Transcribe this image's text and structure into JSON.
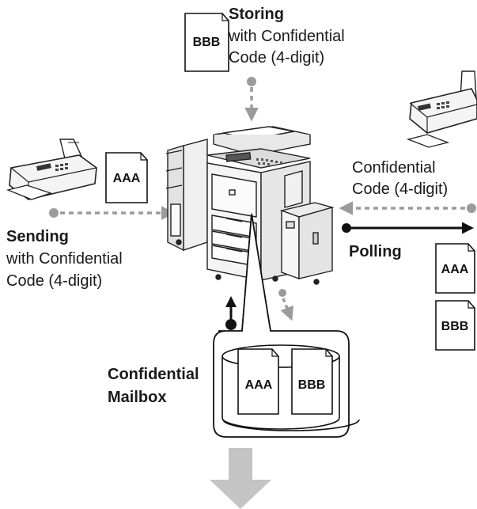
{
  "storing": {
    "title": "Storing",
    "line1": "with Confidential",
    "line2": "Code (4-digit)",
    "doc": "BBB"
  },
  "sending": {
    "title": "Sending",
    "line1": "with Confidential",
    "line2": "Code (4-digit)",
    "doc": "AAA"
  },
  "polling": {
    "code_line1": "Confidential",
    "code_line2": "Code (4-digit)",
    "label": "Polling",
    "doc_a": "AAA",
    "doc_b": "BBB"
  },
  "mailbox": {
    "line1": "Confidential",
    "line2": "Mailbox",
    "doc_a": "AAA",
    "doc_b": "BBB"
  },
  "colors": {
    "dashed_arrow": "#9b9b9b",
    "solid_arrow": "#111111",
    "down_arrow": "#c4c4c4"
  }
}
